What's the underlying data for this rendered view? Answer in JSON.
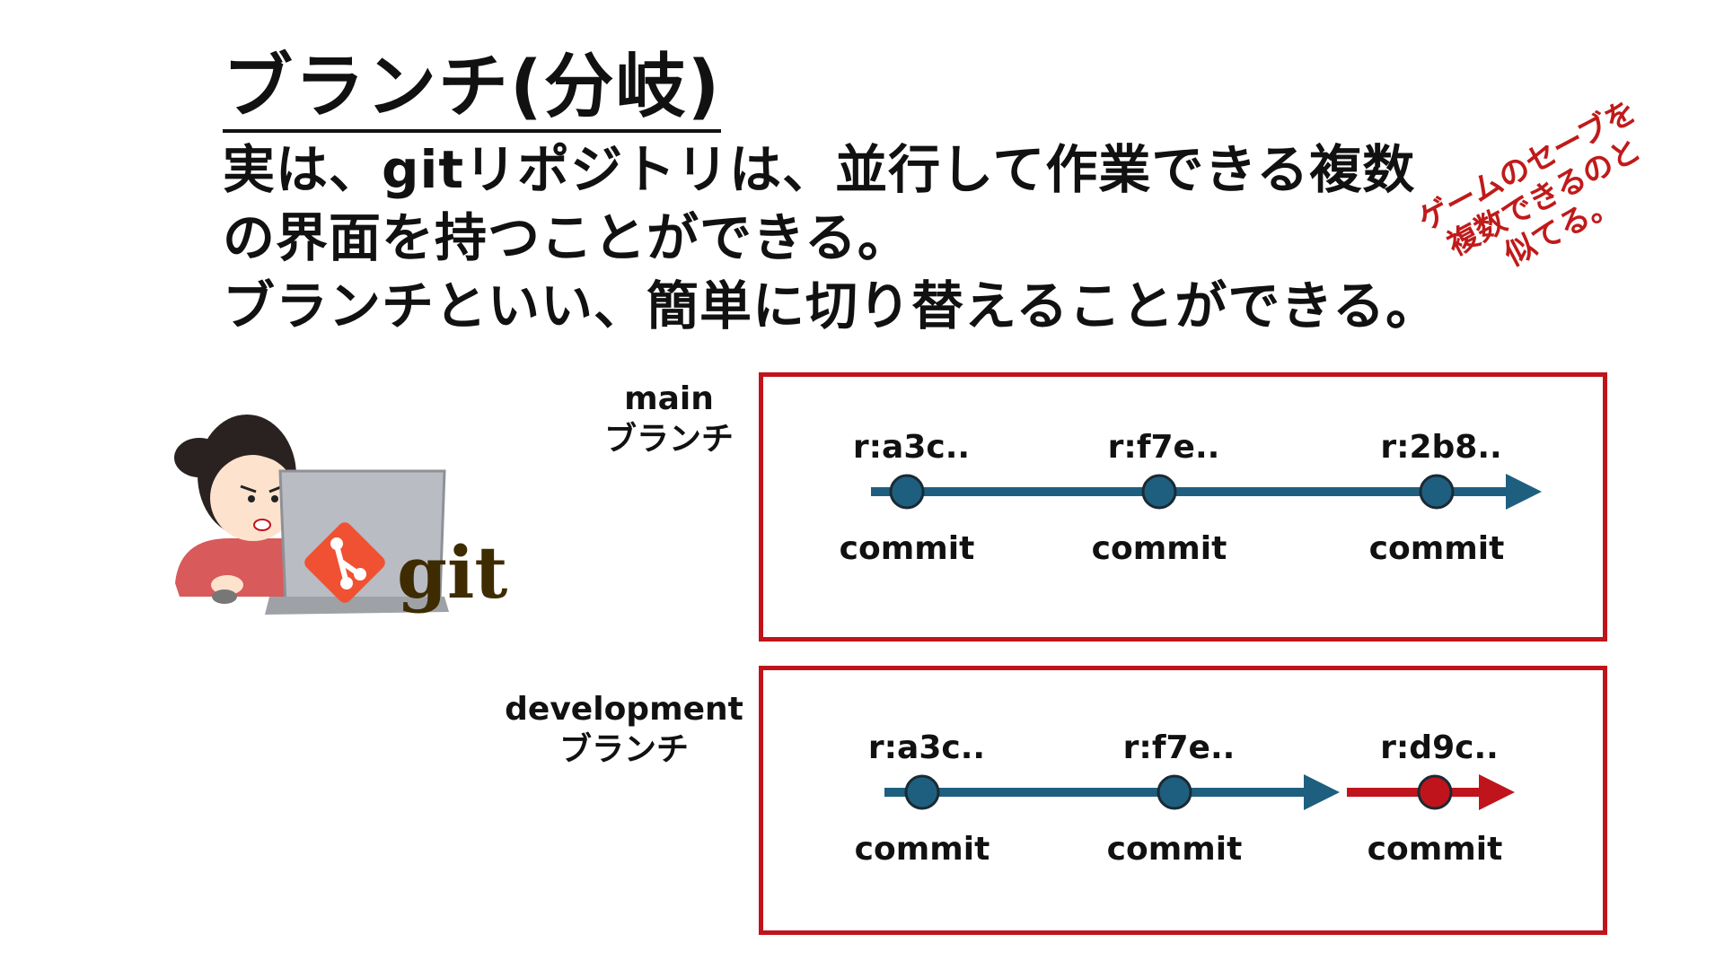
{
  "title": "ブランチ(分岐)",
  "body_lines": [
    "実は、gitリポジトリは、並行して作業できる複数",
    "の界面を持つことができる。",
    "ブランチといい、簡単に切り替えることができる。"
  ],
  "note_lines": [
    "ゲームのセーブを",
    "複数できるのと",
    "似てる。"
  ],
  "logo_text": "git",
  "colors": {
    "line": "#1e5f80",
    "node": "#1e5f80",
    "new_commit": "#c0141c",
    "box": "#c0141c",
    "note": "#c01a1a"
  },
  "branches": [
    {
      "name": "main",
      "suffix": "ブランチ",
      "commits": [
        {
          "hash": "r:a3c..",
          "label": "commit",
          "new": false
        },
        {
          "hash": "r:f7e..",
          "label": "commit",
          "new": false
        },
        {
          "hash": "r:2b8..",
          "label": "commit",
          "new": false
        }
      ]
    },
    {
      "name": "development",
      "suffix": "ブランチ",
      "commits": [
        {
          "hash": "r:a3c..",
          "label": "commit",
          "new": false
        },
        {
          "hash": "r:f7e..",
          "label": "commit",
          "new": false
        },
        {
          "hash": "r:d9c..",
          "label": "commit",
          "new": true
        }
      ]
    }
  ]
}
